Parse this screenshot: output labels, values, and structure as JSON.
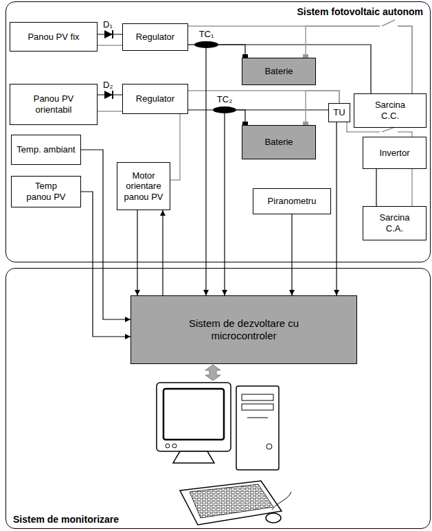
{
  "diagram": {
    "nodes": [
      {
        "text": [
          "Sistem fotovoltaic autonom"
        ]
      },
      {
        "text": [
          "Panou PV fix"
        ],
        "in": 0
      },
      {
        "text": [
          "Regulator"
        ],
        "in": 0
      },
      {
        "text": [
          "TC₁"
        ],
        "in": 0
      },
      {
        "text": [
          "Baterie"
        ],
        "in": 0
      },
      {
        "text": [
          "Sarcina C.C."
        ],
        "in": 0
      },
      {
        "text": [
          "Panou PV orientabil"
        ],
        "in": 0
      },
      {
        "text": [
          "Regulator"
        ],
        "in": 0
      },
      {
        "text": [
          "TC₂"
        ],
        "in": 0
      },
      {
        "text": [
          "Baterie"
        ],
        "in": 0
      },
      {
        "text": [
          "TU"
        ],
        "in": 0
      },
      {
        "text": [
          "Invertor"
        ],
        "in": 0
      },
      {
        "text": [
          "Temp. ambiant"
        ],
        "in": 0
      },
      {
        "text": [
          "Motor orientare panou PV"
        ],
        "in": 0
      },
      {
        "text": [
          "Temp panou PV"
        ],
        "in": 0
      },
      {
        "text": [
          "Piranometru"
        ],
        "in": 0
      },
      {
        "text": [
          "Sarcina C.A."
        ],
        "in": 0
      },
      {
        "text": [
          "Sistem de monitorizare"
        ]
      },
      {
        "text": [
          "Sistem de dezvoltare cu microcontroler"
        ],
        "in": 17
      }
    ],
    "edges": [
      {
        "from": 1,
        "to": 2,
        "arrow": "none"
      },
      {
        "from": 2,
        "to": 3,
        "arrow": "none"
      },
      {
        "from": 3,
        "to": 4,
        "arrow": "none"
      },
      {
        "from": 3,
        "to": 5,
        "arrow": "none"
      },
      {
        "from": 2,
        "to": 5,
        "arrow": "none"
      },
      {
        "from": 4,
        "to": 5,
        "arrow": "none"
      },
      {
        "from": 6,
        "to": 7,
        "arrow": "none"
      },
      {
        "from": 7,
        "to": 8,
        "arrow": "none"
      },
      {
        "from": 8,
        "to": 9,
        "arrow": "none"
      },
      {
        "from": 8,
        "to": 10,
        "arrow": "none"
      },
      {
        "from": 7,
        "to": 10,
        "arrow": "none"
      },
      {
        "from": 9,
        "to": 10,
        "arrow": "none"
      },
      {
        "from": 10,
        "to": 11,
        "arrow": "none"
      },
      {
        "from": 11,
        "to": 16,
        "arrow": "none"
      },
      {
        "from": 11,
        "to": 16,
        "arrow": "none"
      },
      {
        "from": 7,
        "to": 13,
        "arrow": "none"
      },
      {
        "from": 12,
        "to": 18,
        "arrow": "to"
      },
      {
        "from": 14,
        "to": 18,
        "arrow": "to"
      },
      {
        "from": 13,
        "to": 18,
        "arrow": "to"
      },
      {
        "from": 18,
        "to": 13,
        "arrow": "to"
      },
      {
        "from": 3,
        "to": 18,
        "arrow": "to"
      },
      {
        "from": 8,
        "to": 18,
        "arrow": "to"
      },
      {
        "from": 15,
        "to": 18,
        "arrow": "to"
      },
      {
        "from": 10,
        "to": 18,
        "arrow": "to"
      }
    ],
    "labels": [
      "D₁",
      "D₂"
    ]
  }
}
